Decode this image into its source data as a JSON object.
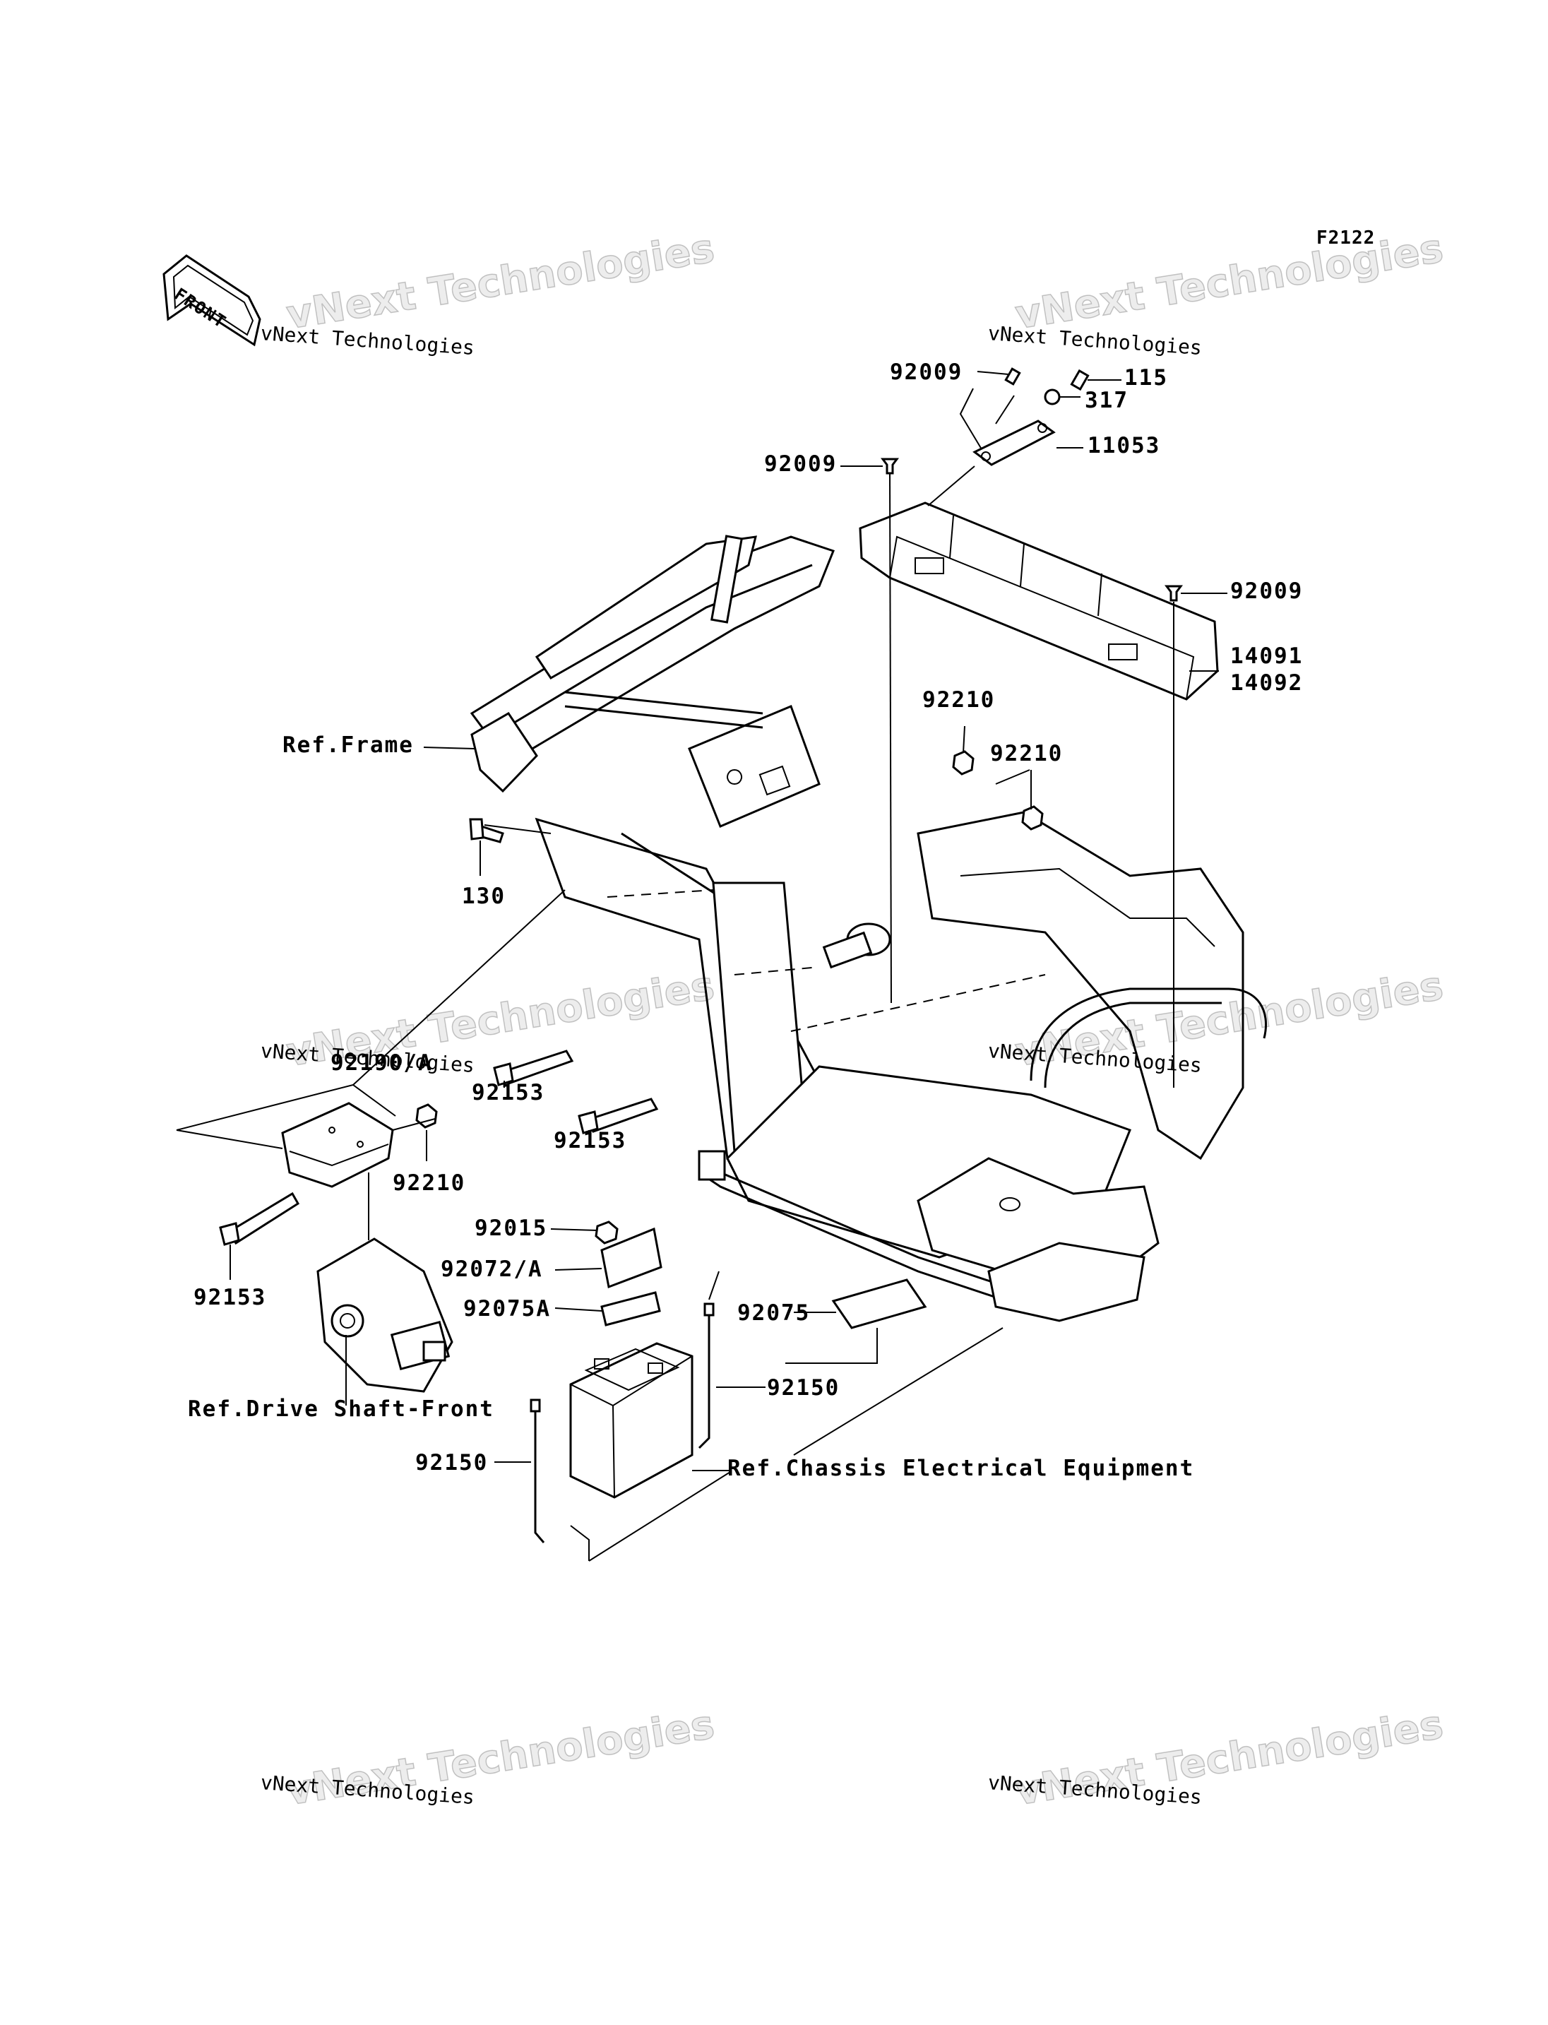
{
  "diagram_code": "F2122",
  "front_label": "FRONT",
  "watermark": {
    "big_text": "vNext Technologies",
    "small_text": "vNext Technologies"
  },
  "callouts": {
    "c_92009_a": "92009",
    "c_115": "115",
    "c_317": "317",
    "c_92009_b": "92009",
    "c_11053": "11053",
    "c_92009_c": "92009",
    "c_14091": "14091",
    "c_14092": "14092",
    "c_92210_a": "92210",
    "c_92210_b": "92210",
    "ref_frame": "Ref.Frame",
    "c_130": "130",
    "c_92153_a": "92153",
    "c_92153_b": "92153",
    "c_92190a": "92190/A",
    "c_92210_c": "92210",
    "c_92153_c": "92153",
    "c_92015": "92015",
    "c_92072a": "92072/A",
    "c_92075a": "92075A",
    "c_92075": "92075",
    "c_92150_a": "92150",
    "ref_drive": "Ref.Drive Shaft-Front",
    "c_92150_b": "92150",
    "ref_chassis": "Ref.Chassis Electrical Equipment"
  }
}
